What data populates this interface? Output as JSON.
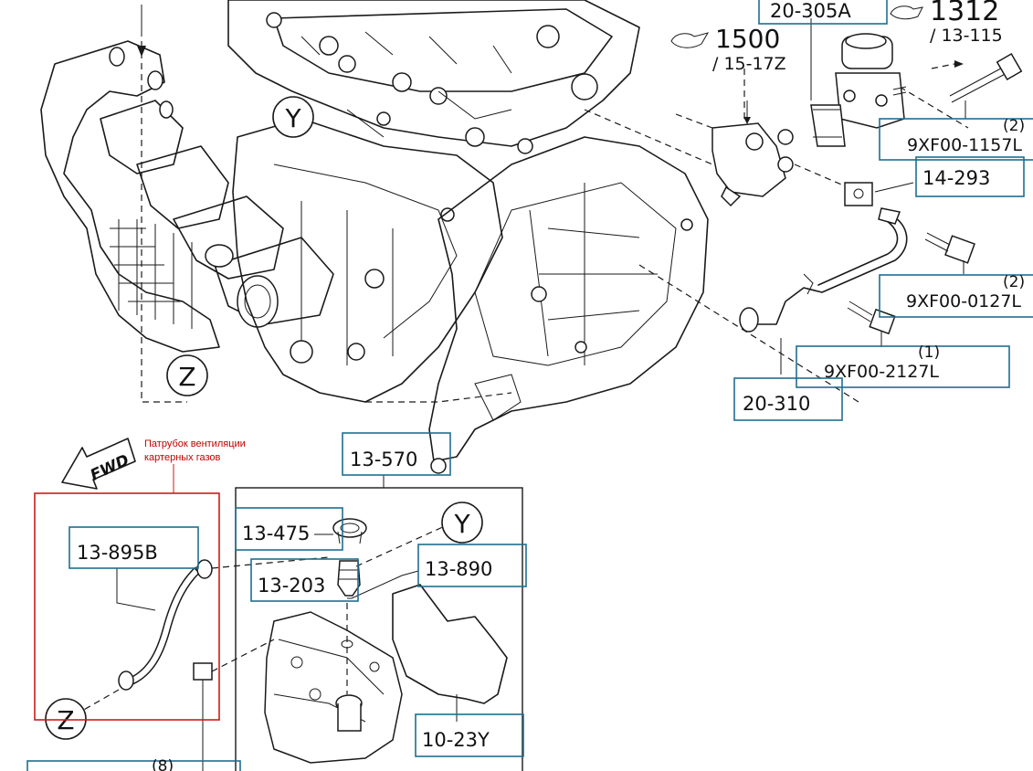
{
  "callouts": {
    "c20305A": "20-305A",
    "c1312": "1312",
    "c13115": "/ 13-115",
    "c1500": "1500",
    "c1517Z": "/ 15-17Z",
    "c9XF00_1157L": "9XF00-1157L",
    "c14293": "14-293",
    "c9XF00_0127L": "9XF00-0127L",
    "c9XF00_2127L": "9XF00-2127L",
    "c20310": "20-310",
    "c13570": "13-570",
    "c13475": "13-475",
    "c13895B": "13-895B",
    "c13890": "13-890",
    "c13203": "13-203",
    "c1023Y": "10-23Y"
  },
  "quantities": {
    "q1157": "(2)",
    "q0127": "(2)",
    "q2127": "(1)",
    "q8": "(8)"
  },
  "markers": {
    "y_top": "Y",
    "y_bottom": "Y",
    "z_top": "Z",
    "z_bottom": "Z"
  },
  "fwd": "FWD",
  "annotation": {
    "line1": "Патрубок вентиляции",
    "line2": "картерных газов"
  },
  "colors": {
    "callout_box": "#1f6e8f",
    "highlight_box": "#d11a1a",
    "annotation_text": "#c00000"
  }
}
